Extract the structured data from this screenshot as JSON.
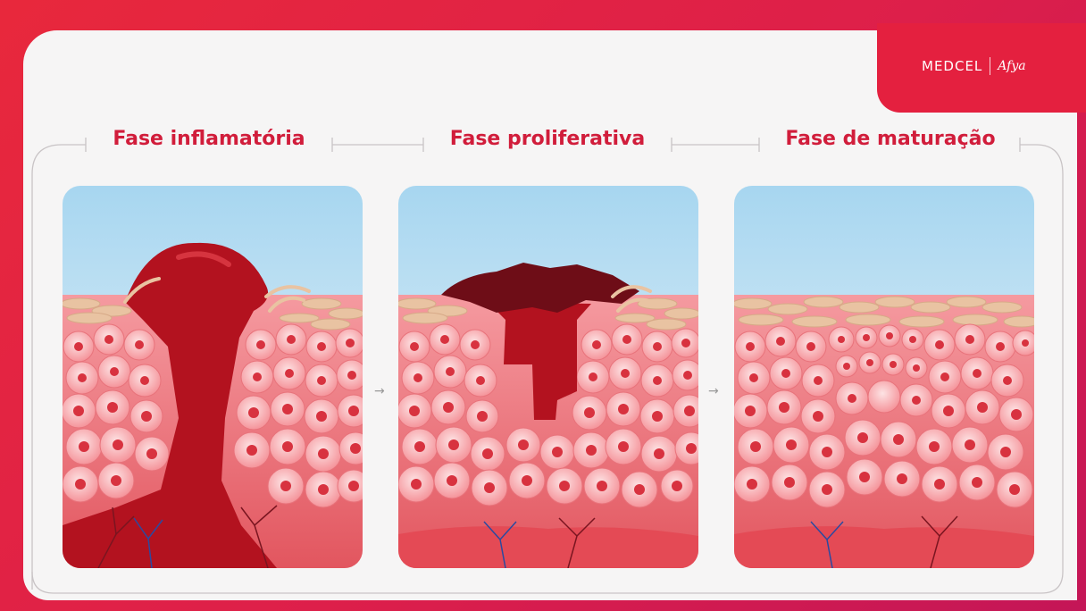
{
  "brand": {
    "name": "MEDCEL",
    "partner": "Afya"
  },
  "phases": [
    {
      "title": "Fase inflamatória"
    },
    {
      "title": "Fase proliferativa"
    },
    {
      "title": "Fase de maturação"
    }
  ],
  "colors": {
    "brand_red": "#e4203f",
    "title_red": "#d11d3b",
    "panel_bg": "#f6f5f5",
    "cell_pink": "#f7a3a8",
    "nucleus": "#d8323f",
    "blood": "#b3121f",
    "scab": "#6e0d17"
  },
  "arrow_glyph": "→"
}
